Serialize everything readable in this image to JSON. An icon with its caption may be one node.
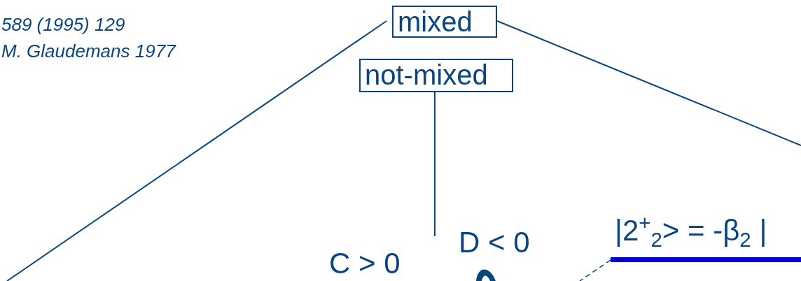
{
  "diagram": {
    "nodes": [
      {
        "text": [
          "mixed"
        ]
      },
      {
        "text": [
          "not-mixed"
        ]
      },
      {
        "text": [
          "|2$^{+}$$_{2}$> = -β$_{2}$ |"
        ]
      }
    ],
    "edges": [
      {
        "from": 0,
        "to": null,
        "arrow": "none"
      },
      {
        "from": 0,
        "to": null,
        "arrow": "none"
      },
      {
        "from": 1,
        "to": null,
        "arrow": "none"
      },
      {
        "from": 2,
        "to": null,
        "arrow": "none",
        "style": "dashed"
      }
    ],
    "labels": [
      "589 (1995) 129",
      "M. Glaudemans 1977",
      "D < 0",
      "C > 0"
    ]
  }
}
